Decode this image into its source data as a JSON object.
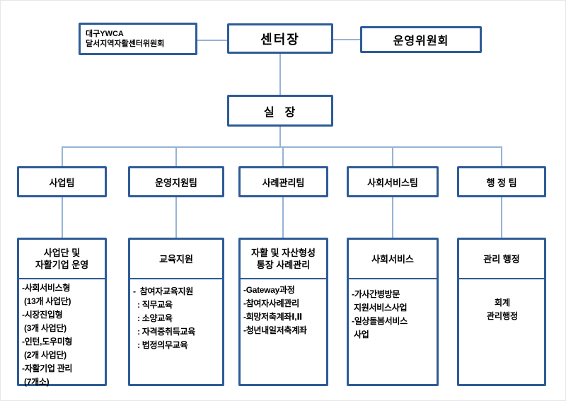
{
  "org_chart": {
    "committee": [
      "대구YWCA",
      "달서지역자활센터위원회"
    ],
    "director": "센터장",
    "steering": "운영위원회",
    "manager": "실  장",
    "teams": [
      {
        "name": "사업팀",
        "section_title": [
          "사업단 및",
          "자활기업 운영"
        ],
        "items": [
          "-사회서비스형",
          " (13개 사업단)",
          "-시장진입형",
          " (3개 사업단)",
          "-인턴,도우미형",
          " (2개 사업단)",
          "-자활기업 관리",
          " (7개소)"
        ]
      },
      {
        "name": "운영지원팀",
        "section_title": [
          "교육지원"
        ],
        "items": [
          "-  참여자교육지원",
          "  : 직무교육",
          "  : 소양교육",
          "  : 자격증취득교육",
          "  : 법정의무교육"
        ]
      },
      {
        "name": "사례관리팀",
        "section_title": [
          "자활 및 자산형성",
          "통장 사례관리"
        ],
        "items": [
          "-Gateway과정",
          "-참여자사례관리",
          "-희망저축계좌Ⅰ,Ⅱ",
          "-청년내일저축계좌"
        ]
      },
      {
        "name": "사회서비스팀",
        "section_title": [
          "사회서비스"
        ],
        "items": [
          "-가사간병방문",
          " 지원서비스사업",
          "-일상돌봄서비스",
          " 사업"
        ]
      },
      {
        "name": "행 정 팀",
        "section_title": [
          "관리 행정"
        ],
        "items": [
          "회계",
          "관리행정"
        ]
      }
    ],
    "colors": {
      "box_border": "#2E5B97",
      "connector_line": "#95B3D7",
      "text": "#000000",
      "background": "#FFFFFF"
    }
  }
}
